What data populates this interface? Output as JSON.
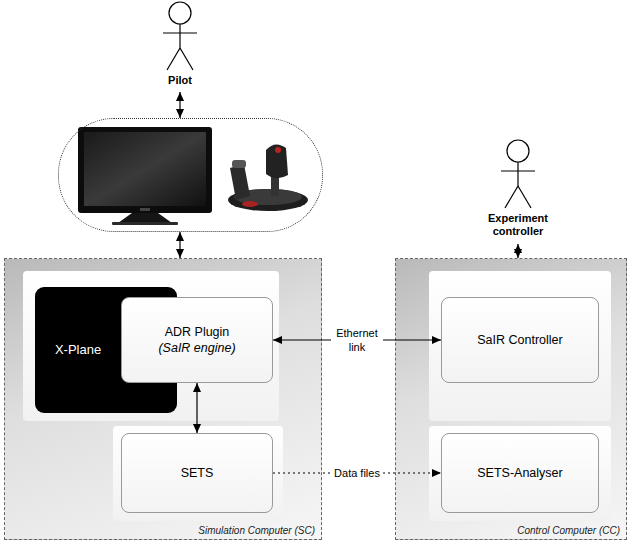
{
  "diagram": {
    "nodes": [
      {
        "text": [
          "Pilot"
        ]
      },
      {
        "text": []
      },
      {
        "text": [
          "Experiment controller"
        ]
      },
      {
        "text": [
          "Simulation Computer (SC)"
        ]
      },
      {
        "text": [
          "X-Plane"
        ],
        "in": 3
      },
      {
        "text": [
          "ADR Plugin",
          "(SaIR engine)"
        ],
        "in": 3
      },
      {
        "text": [
          "SETS"
        ],
        "in": 3
      },
      {
        "text": [
          "Control Computer (CC)"
        ]
      },
      {
        "text": [
          "SaIR Controller"
        ],
        "in": 7
      },
      {
        "text": [
          "SETS-Analyser"
        ],
        "in": 7
      }
    ],
    "edges": [
      {
        "from": 0,
        "to": 1,
        "arrow": "both"
      },
      {
        "from": 1,
        "to": 3,
        "arrow": "both"
      },
      {
        "from": 2,
        "to": 7,
        "arrow": "both"
      },
      {
        "from": 5,
        "to": 8,
        "label": "Ethernet link",
        "arrow": "both"
      },
      {
        "from": 5,
        "to": 6,
        "arrow": "both"
      },
      {
        "from": 6,
        "to": 9,
        "label": "Data files",
        "arrow": "to"
      }
    ]
  }
}
